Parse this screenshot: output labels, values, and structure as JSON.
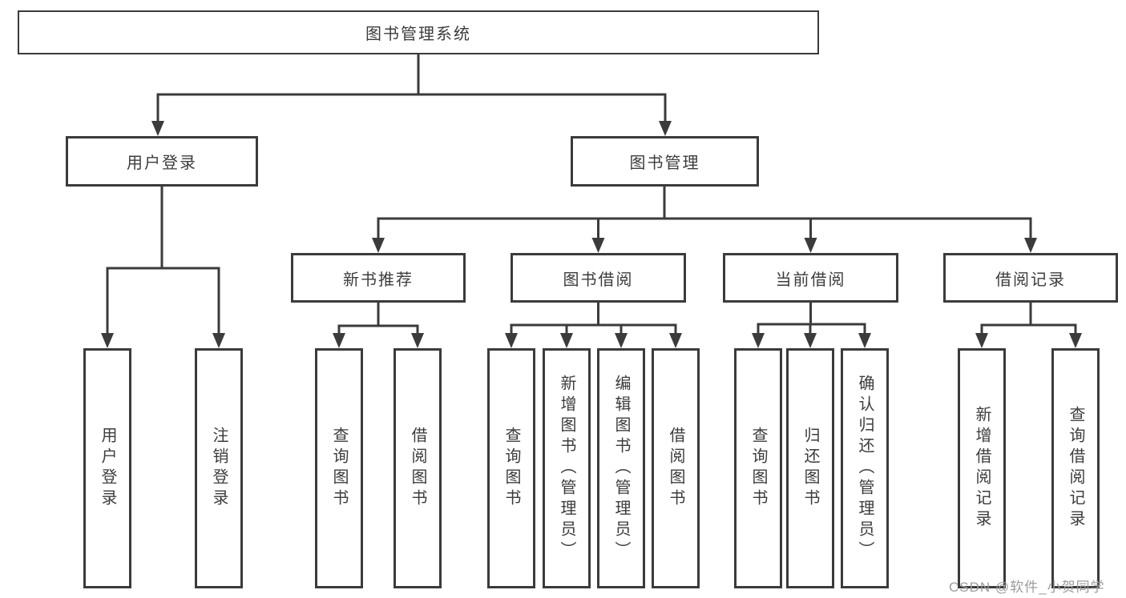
{
  "colors": {
    "line": "#3b3b3b",
    "text": "#3c3c3c",
    "background": "#ffffff",
    "watermark": "#9c9c9c"
  },
  "watermark": "CSDN @软件_小贺同学",
  "tree": {
    "root": "图书管理系统",
    "branches": [
      {
        "label": "用户登录",
        "leaves": [
          "用户登录",
          "注销登录"
        ]
      },
      {
        "label": "图书管理",
        "children": [
          {
            "label": "新书推荐",
            "leaves": [
              "查询图书",
              "借阅图书"
            ]
          },
          {
            "label": "图书借阅",
            "leaves": [
              "查询图书",
              "新增图书（管理员）",
              "编辑图书（管理员）",
              "借阅图书"
            ]
          },
          {
            "label": "当前借阅",
            "leaves": [
              "查询图书",
              "归还图书",
              "确认归还（管理员）"
            ]
          },
          {
            "label": "借阅记录",
            "leaves": [
              "新增借阅记录",
              "查询借阅记录"
            ]
          }
        ]
      }
    ]
  }
}
